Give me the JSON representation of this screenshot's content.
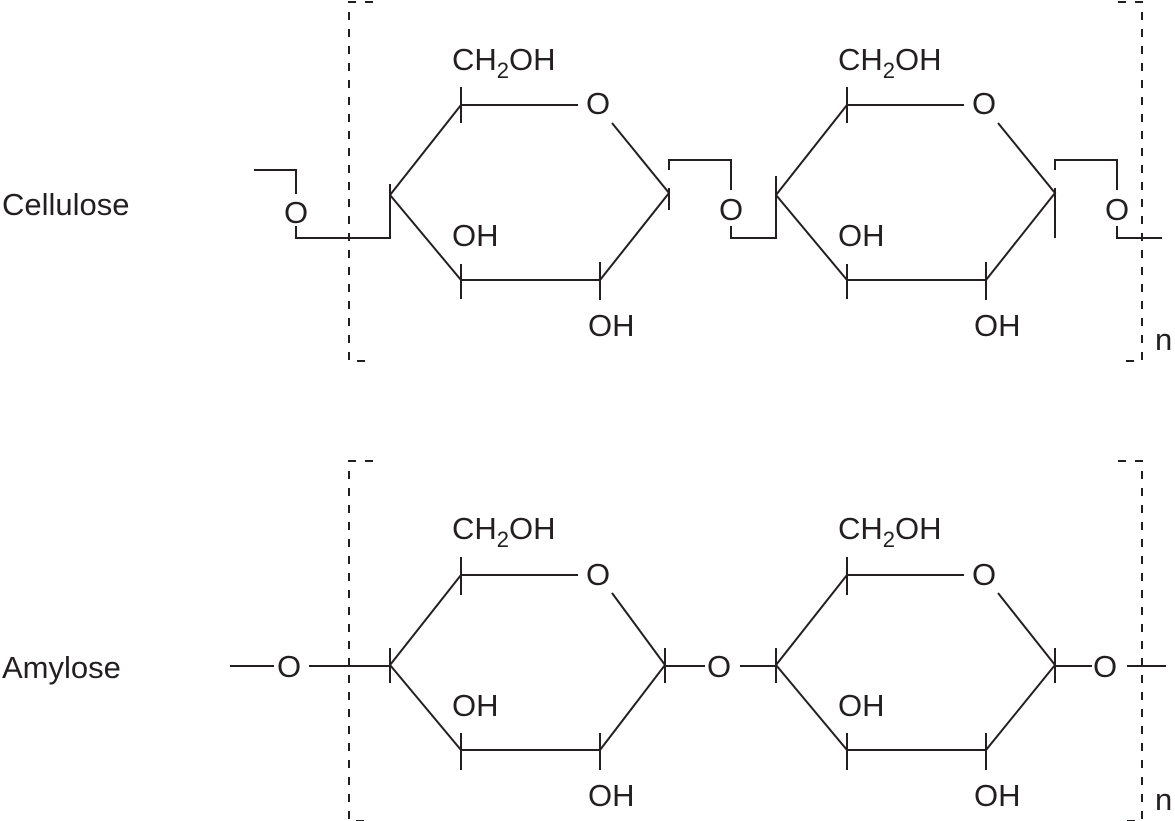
{
  "polymers": [
    {
      "name": "Cellulose",
      "unit": {
        "ch2oh_main": "CH",
        "ch2oh_sub": "2",
        "ch2oh_tail": "OH",
        "ring_o": "O",
        "oh": "OH",
        "link_o": "O"
      },
      "repeat": "n",
      "linkage_style": "beta (alternating up/down)"
    },
    {
      "name": "Amylose",
      "unit": {
        "ch2oh_main": "CH",
        "ch2oh_sub": "2",
        "ch2oh_tail": "OH",
        "ring_o": "O",
        "oh": "OH",
        "link_o": "O"
      },
      "repeat": "n",
      "linkage_style": "alpha (linear)"
    }
  ],
  "colors": {
    "ink": "#231f20",
    "background": "#ffffff"
  }
}
